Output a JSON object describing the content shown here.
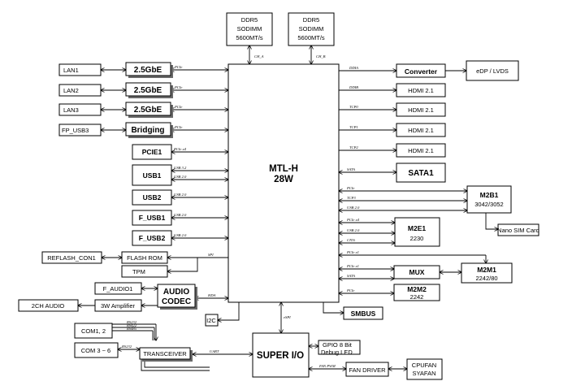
{
  "cpu": {
    "line1": "MTL-H",
    "line2": "28W"
  },
  "ddr_a": {
    "line1": "DDR5",
    "line2": "SODIMM",
    "line3": "5600MT/s",
    "bus": "CH_A"
  },
  "ddr_b": {
    "line1": "DDR5",
    "line2": "SODIMM",
    "line3": "5600MT/s",
    "bus": "CH_B"
  },
  "left": {
    "lan1": "LAN1",
    "lan2": "LAN2",
    "lan3": "LAN3",
    "fp_usb3": "FP_USB3",
    "gbe1": "2.5GbE",
    "gbe2": "2.5GbE",
    "gbe3": "2.5GbE",
    "bridging": "Bridging",
    "pcie1": "PCIE1",
    "usb1": "USB1",
    "usb2": "USB2",
    "f_usb1": "F_USB1",
    "f_usb2": "F_USB2",
    "flash_rom": "FLASH ROM",
    "reflash": "REFLASH_CON1",
    "tpm": "TPM",
    "f_audio1": "F_AUDIO1",
    "audio_codec_1": "AUDIO",
    "audio_codec_2": "CODEC",
    "amplifier": "3W Amplifier",
    "audio_2ch": "2CH AUDIO",
    "i2c": "I2C",
    "com12": "COM1, 2",
    "com36": "COM 3 ~ 6",
    "transceiver": "TRANSCEIVER"
  },
  "right": {
    "converter": "Converter",
    "edp_lvds": "eDP / LVDS",
    "hdmi1": "HDMI 2.1",
    "hdmi2": "HDMI 2.1",
    "hdmi3": "HDMI 2.1",
    "hdmi4": "HDMI 2.1",
    "hdmi5": "HDMI 2.1",
    "sata1": "SATA1",
    "m2b1": "M2B1",
    "m2b1_sub": "3042/3052",
    "nano_sim": "Nano SIM Card",
    "m2e1": "M2E1",
    "m2e1_sub": "2230",
    "mux": "MUX",
    "m2m1": "M2M1",
    "m2m1_sub": "2242/80",
    "m2m2": "M2M2",
    "m2m2_sub": "2242",
    "smbus": "SMBUS",
    "super_io": "SUPER I/O",
    "gpio_1": "GPIO 8 Bit",
    "gpio_2": "Debug LED",
    "fan_driver": "FAN DRIVER",
    "cpufan": "CPUFAN",
    "syafan": "SYAFAN"
  },
  "buses": {
    "pcie_lan1": "PCIe",
    "pcie_lan2": "PCIe",
    "pcie_lan3": "PCIe",
    "pcie_bridging": "PCIe",
    "pcie_x4": "PCIe x4",
    "usb32": "USB 3.2",
    "usb20_a": "USB 2.0",
    "usb20_b": "USB 2.0",
    "usb20_c": "USB 2.0",
    "usb20_d": "USB 2.0",
    "spi": "SPI",
    "hda": "HDA",
    "espi": "eSPI",
    "uart": "UART",
    "ddia": "DDIA",
    "ddib": "DDIB",
    "tcp0": "TCP0",
    "tcp1": "TCP1",
    "tcp2": "TCP2",
    "sata_a": "SATA",
    "pcie_m2b": "PCIe",
    "tcp3": "TCP3",
    "usb20_m2b": "USB 2.0",
    "pcie_m2e": "PCIe x4",
    "usb20_m2e": "USB 2.0",
    "cnvi": "CNVi",
    "pcie_x1": "PCIe x1",
    "pcie_x1b": "PCIe x1",
    "sata_b": "SATA",
    "pcie_m2m2": "PCIe",
    "rs232a": "RS232",
    "rs422": "RS422",
    "rs485": "RS485",
    "rs232b": "RS232",
    "fan_pwm": "FAN PWM"
  }
}
